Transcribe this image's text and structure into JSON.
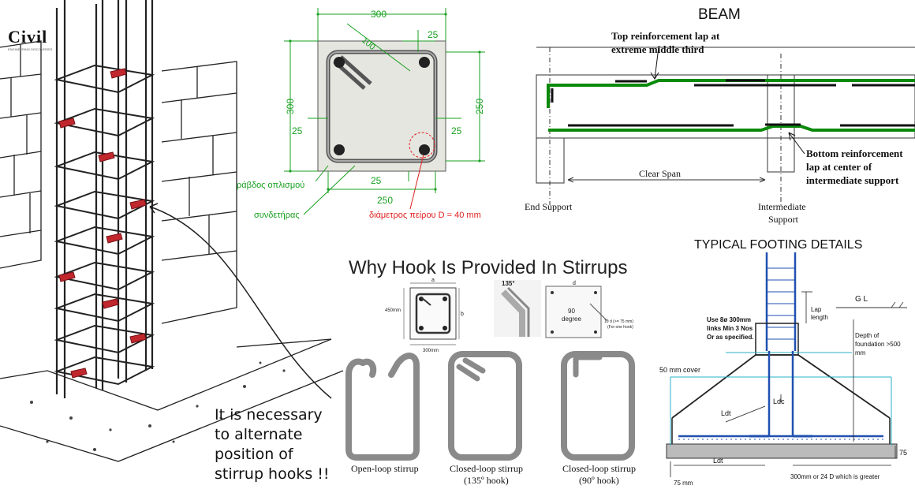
{
  "logo": {
    "text": "Civil",
    "sub": "ENGINEERING DISCOVERIES"
  },
  "column_sketch": {
    "note_lines": [
      "It is necessary",
      "to alternate",
      "position of",
      "stirrup hooks !!"
    ]
  },
  "section": {
    "width_top": "300",
    "width_inner": "250",
    "height_left": "300",
    "height_right": "250",
    "cover_top": "25",
    "cover_left": "25",
    "cover_right": "25",
    "cover_bottom": "25",
    "hook_len": "100",
    "label_bar": "ράβδος οπλισμού",
    "label_stirrup": "συνδετήρας",
    "label_pin": "διάμετρος πείρου D = 40 mm"
  },
  "beam": {
    "title": "BEAM",
    "top_note": [
      "Top reinforcement lap at",
      "extreme middle third"
    ],
    "bottom_note": [
      "Bottom reinforcement",
      "lap at center of",
      "intermediate support"
    ],
    "clear_span": "Clear Span",
    "end_support": "End Support",
    "intermediate_support": [
      "Intermediate",
      "Support"
    ]
  },
  "hooks": {
    "title": "Why Hook Is Provided In Stirrups",
    "dim_a": "a",
    "dim_b": "b",
    "dim_450": "450mm",
    "dim_300": "300mm",
    "angle_135": "135°",
    "dim_d": "d",
    "degree_label": [
      "90",
      "degree"
    ],
    "hook_note": [
      "10 d (>= 75 mm)",
      "(For one hook)"
    ],
    "stirrups": [
      {
        "name": "Open-loop stirrup",
        "sub": ""
      },
      {
        "name": "Closed-loop stirrup",
        "sub": "(135º hook)"
      },
      {
        "name": "Closed-loop stirrup",
        "sub": "(90º hook)"
      }
    ]
  },
  "footing": {
    "title": "TYPICAL FOOTING DETAILS",
    "gl": "G L",
    "lap": [
      "Lap",
      "length"
    ],
    "links": [
      "Use 8ø 300mm",
      "links Min 3 Nos",
      "Or as specified."
    ],
    "depth": [
      "Depth of",
      "foundation >500",
      "mm"
    ],
    "cover": "50 mm cover",
    "ldt": "Ldt",
    "ldc": "Ldc",
    "ldt_bottom": "Ldt",
    "dim_75_right": "75",
    "dim_75_bottom": "75 mm",
    "bottom_note": "300mm or 24 D which is greater"
  }
}
